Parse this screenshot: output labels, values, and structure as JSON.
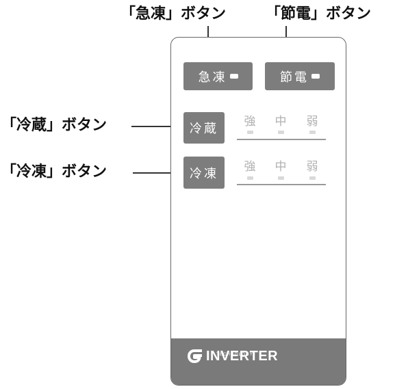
{
  "callouts": {
    "kyuto": "「急凍」ボタン",
    "setsuden": "「節電」ボタン",
    "reizo": "「冷蔵」ボタン",
    "reito": "「冷凍」ボタン"
  },
  "panel": {
    "kyuto_label": "急凍",
    "setsuden_label": "節電",
    "reizo_label": "冷蔵",
    "reito_label": "冷凍",
    "levels": [
      "強",
      "中",
      "弱"
    ],
    "logo_word": "INVERTER",
    "logo_sub": "TECHNOLOGY"
  },
  "colors": {
    "button": "#7d7d7d",
    "level_text": "#b0b0b0",
    "footer": "#7a7a7a"
  }
}
